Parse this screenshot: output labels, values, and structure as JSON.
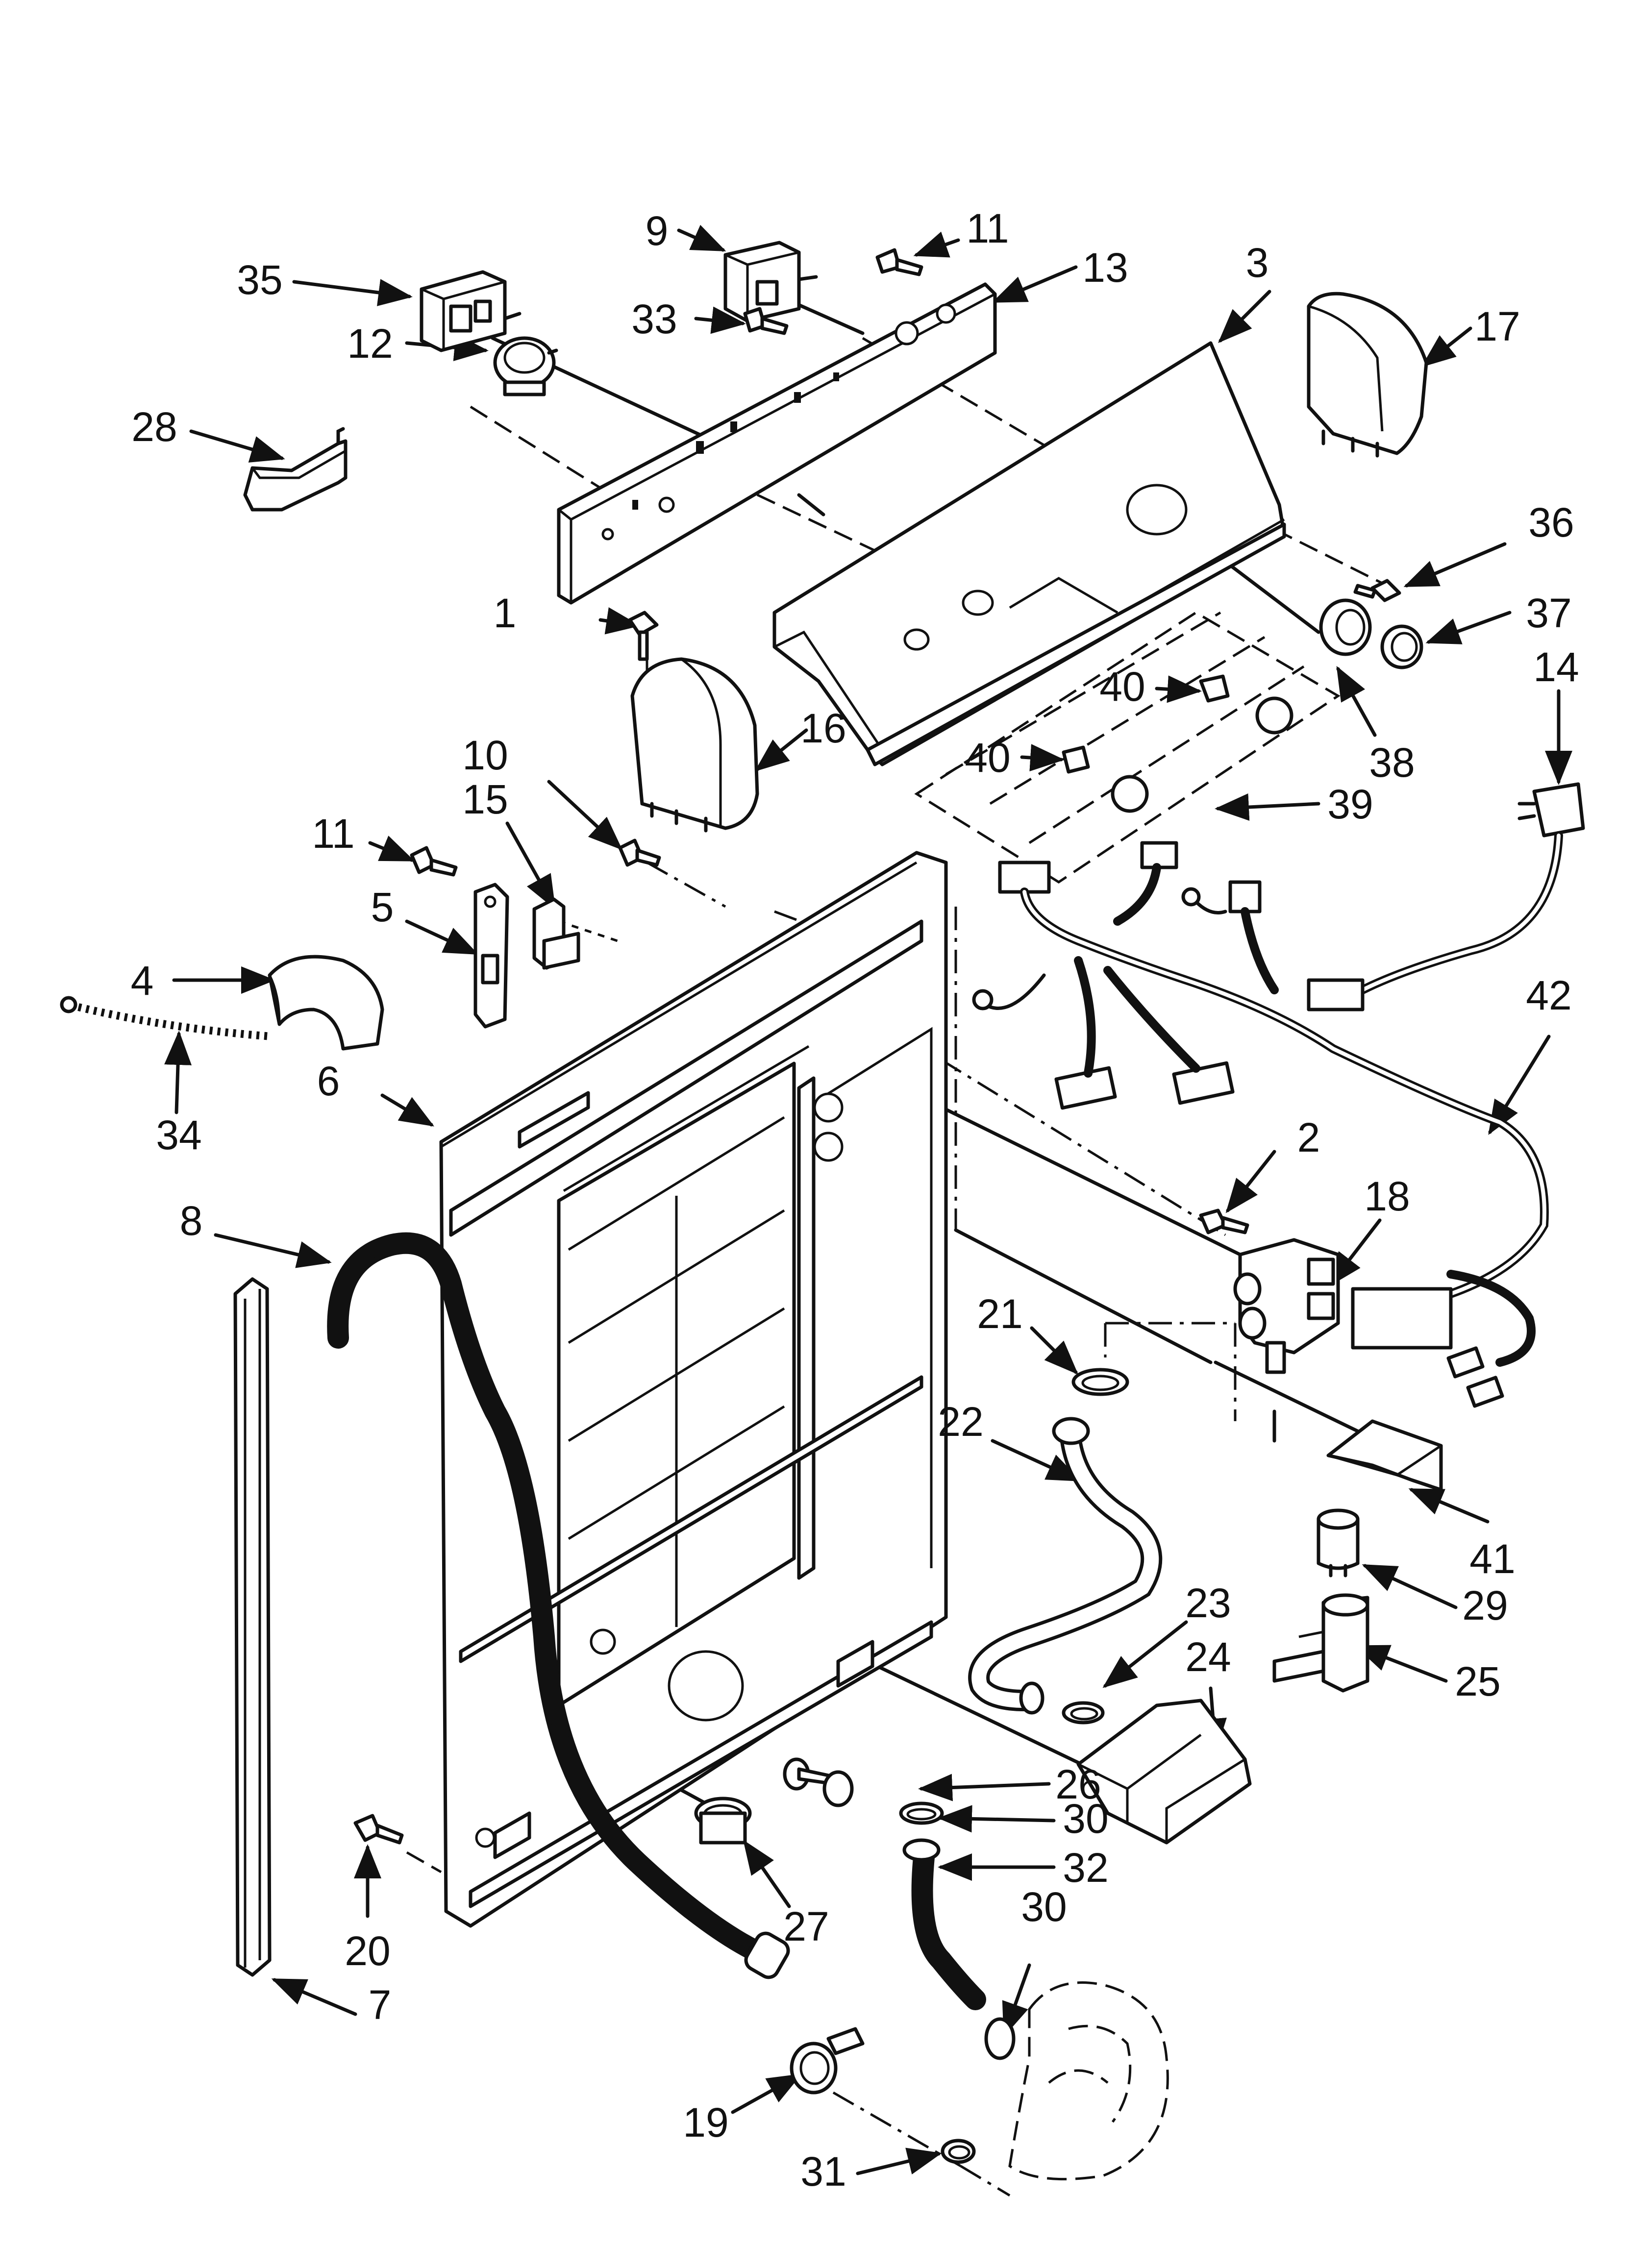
{
  "callouts": [
    {
      "id": "1",
      "text": "1"
    },
    {
      "id": "2",
      "text": "2"
    },
    {
      "id": "3",
      "text": "3"
    },
    {
      "id": "4",
      "text": "4"
    },
    {
      "id": "5",
      "text": "5"
    },
    {
      "id": "6",
      "text": "6"
    },
    {
      "id": "7",
      "text": "7"
    },
    {
      "id": "8",
      "text": "8"
    },
    {
      "id": "9",
      "text": "9"
    },
    {
      "id": "10",
      "text": "10"
    },
    {
      "id": "11a",
      "text": "11"
    },
    {
      "id": "11b",
      "text": "11"
    },
    {
      "id": "12",
      "text": "12"
    },
    {
      "id": "13",
      "text": "13"
    },
    {
      "id": "14",
      "text": "14"
    },
    {
      "id": "15",
      "text": "15"
    },
    {
      "id": "16",
      "text": "16"
    },
    {
      "id": "17",
      "text": "17"
    },
    {
      "id": "18",
      "text": "18"
    },
    {
      "id": "19",
      "text": "19"
    },
    {
      "id": "20",
      "text": "20"
    },
    {
      "id": "21",
      "text": "21"
    },
    {
      "id": "22",
      "text": "22"
    },
    {
      "id": "23",
      "text": "23"
    },
    {
      "id": "24",
      "text": "24"
    },
    {
      "id": "25",
      "text": "25"
    },
    {
      "id": "26",
      "text": "26"
    },
    {
      "id": "27",
      "text": "27"
    },
    {
      "id": "28",
      "text": "28"
    },
    {
      "id": "29",
      "text": "29"
    },
    {
      "id": "30a",
      "text": "30"
    },
    {
      "id": "30b",
      "text": "30"
    },
    {
      "id": "31",
      "text": "31"
    },
    {
      "id": "32",
      "text": "32"
    },
    {
      "id": "33",
      "text": "33"
    },
    {
      "id": "34",
      "text": "34"
    },
    {
      "id": "35",
      "text": "35"
    },
    {
      "id": "36",
      "text": "36"
    },
    {
      "id": "37",
      "text": "37"
    },
    {
      "id": "38",
      "text": "38"
    },
    {
      "id": "39",
      "text": "39"
    },
    {
      "id": "40a",
      "text": "40"
    },
    {
      "id": "40b",
      "text": "40"
    },
    {
      "id": "41",
      "text": "41"
    },
    {
      "id": "42",
      "text": "42"
    }
  ]
}
